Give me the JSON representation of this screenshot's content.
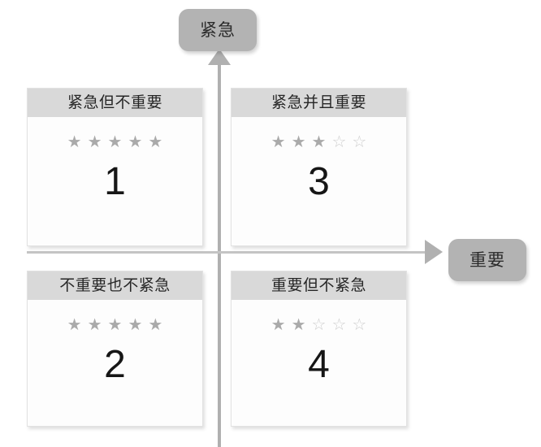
{
  "axes": {
    "vertical_label": "紧急",
    "horizontal_label": "重要",
    "vertical_icon": "arrow-up-icon",
    "horizontal_icon": "arrow-right-icon"
  },
  "quadrants": [
    {
      "id": "q1",
      "title": "紧急但不重要",
      "number": "1",
      "stars_filled": 5,
      "stars_total": 5
    },
    {
      "id": "q3",
      "title": "紧急并且重要",
      "number": "3",
      "stars_filled": 3,
      "stars_total": 5
    },
    {
      "id": "q2",
      "title": "不重要也不紧急",
      "number": "2",
      "stars_filled": 5,
      "stars_total": 5
    },
    {
      "id": "q4",
      "title": "重要但不紧急",
      "number": "4",
      "stars_filled": 2,
      "stars_total": 5
    }
  ],
  "glyphs": {
    "star_filled": "★",
    "star_empty": "☆"
  },
  "colors": {
    "pill_bg": "#b3b3b3",
    "card_header_bg": "#d9d9d9",
    "card_body_bg": "#fdfdfd",
    "axis": "#b0b0b0",
    "star_filled": "#aaaaaa",
    "star_empty": "#cfcfcf",
    "text": "#262626"
  }
}
